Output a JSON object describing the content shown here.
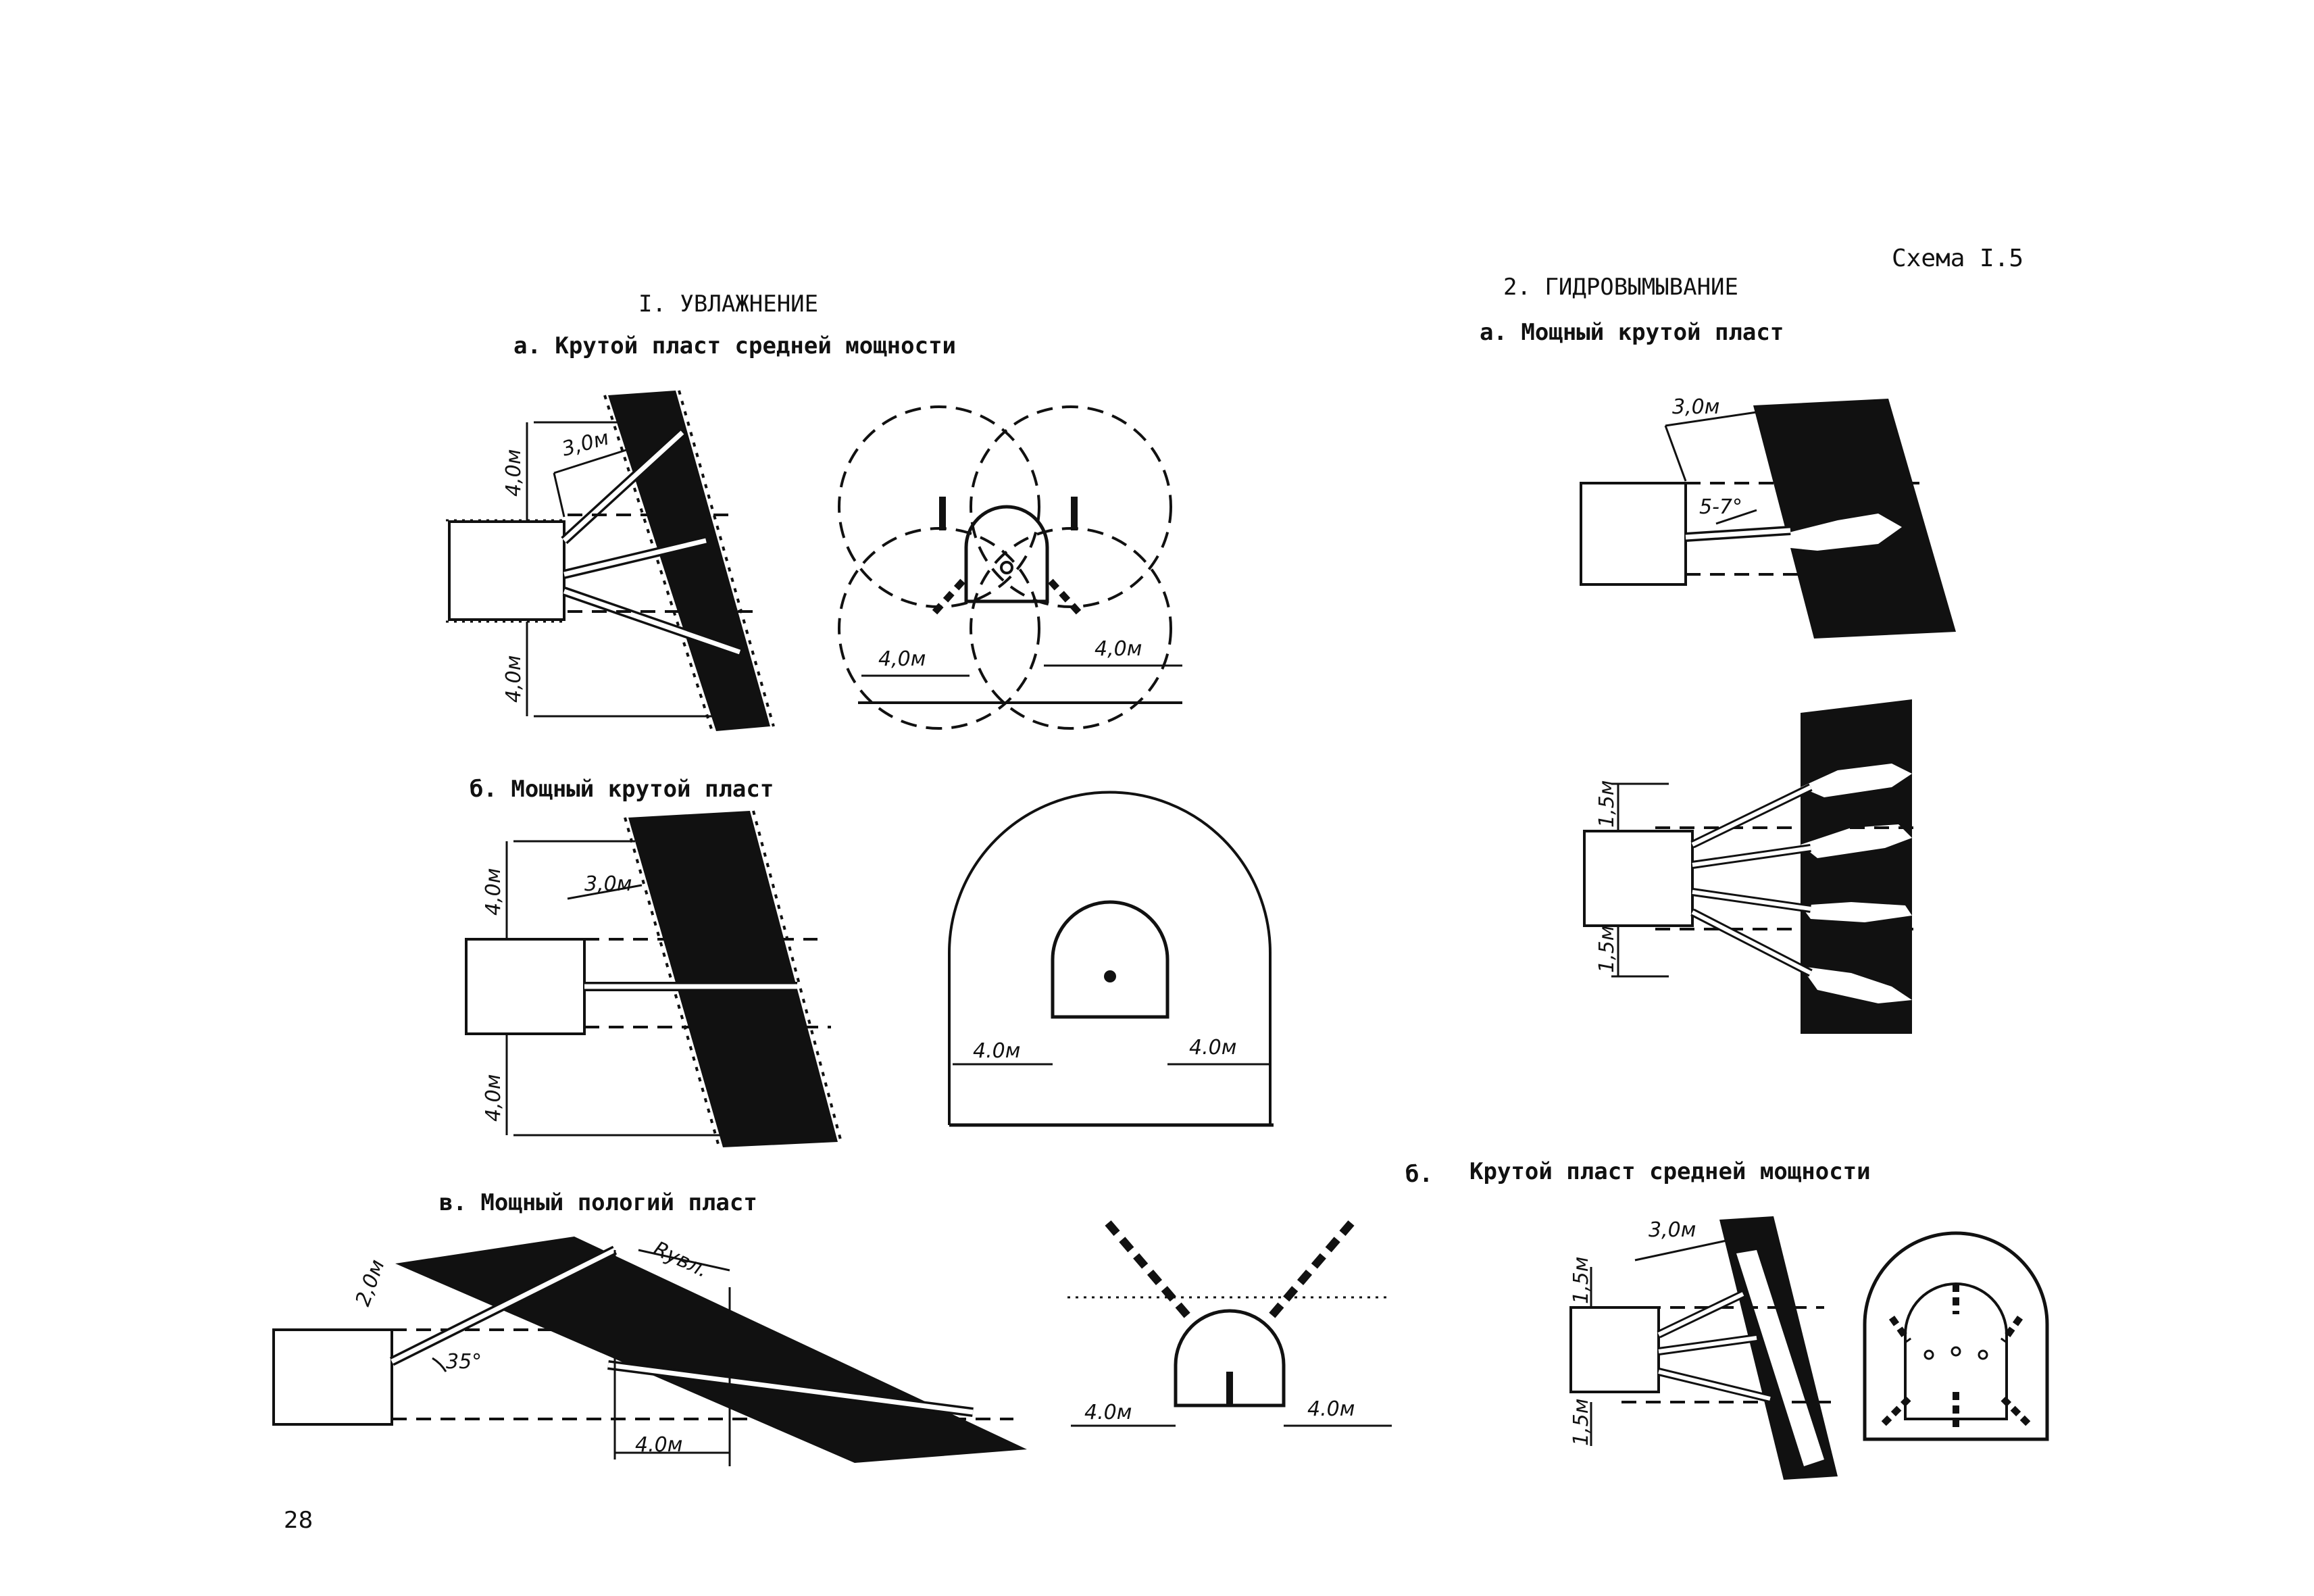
{
  "header": {
    "scheme_label": "Схема I.5",
    "section1": "I. УВЛАЖНЕНИЕ",
    "section2": "2. ГИДРОВЫМЫВАНИЕ"
  },
  "captions": {
    "s1a": "а. Крутой пласт средней мощности",
    "s1b": "б. Мощный крутой пласт",
    "s1v": "в. Мощный пологий пласт",
    "s2a": "а. Мощный крутой пласт",
    "s2b_prefix": "б.",
    "s2b": "Крутой пласт средней мощности"
  },
  "dims": {
    "d40": "4,0м",
    "d30": "3,0м",
    "d20": "2,0м",
    "d15": "1,5м",
    "d40b": "4.0м",
    "angle35": "35°",
    "angle57": "5-7°",
    "ruvl": "Rувл."
  },
  "page_number": "28",
  "colors": {
    "ink": "#111111",
    "paper": "#ffffff"
  }
}
